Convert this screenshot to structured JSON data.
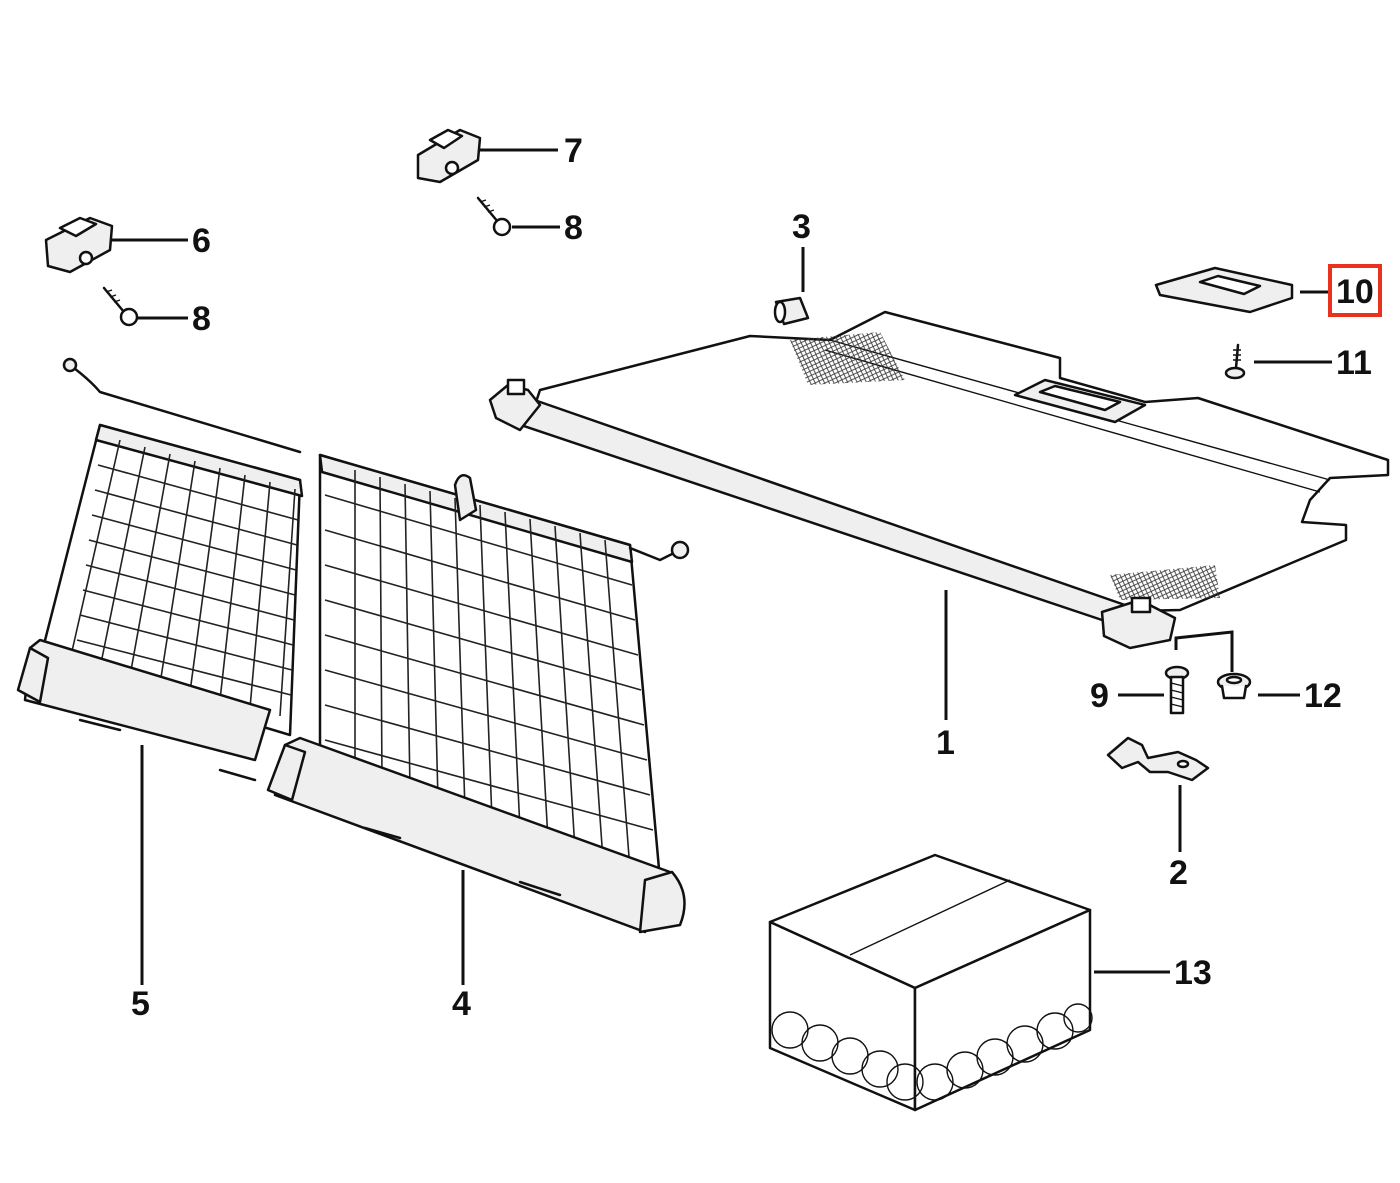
{
  "callouts": {
    "c1": "1",
    "c2": "2",
    "c3": "3",
    "c4": "4",
    "c5": "5",
    "c6": "6",
    "c7": "7",
    "c8a": "8",
    "c8b": "8",
    "c9": "9",
    "c10": "10",
    "c11": "11",
    "c12": "12",
    "c13": "13"
  },
  "highlight": {
    "callout": "10",
    "color": "#e8321e"
  },
  "colors": {
    "line": "#111111",
    "background": "#ffffff"
  }
}
